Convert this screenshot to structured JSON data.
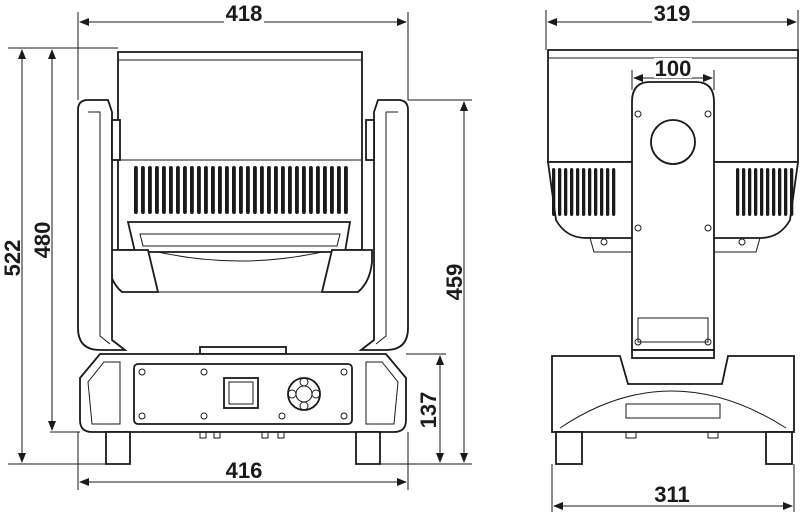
{
  "drawing": {
    "front_view": {
      "top_width": "418",
      "bottom_width": "416",
      "total_height": "522",
      "head_height": "480",
      "right_height": "459",
      "base_height": "137"
    },
    "side_view": {
      "top_width": "319",
      "arm_width": "100",
      "bottom_width": "311"
    }
  }
}
